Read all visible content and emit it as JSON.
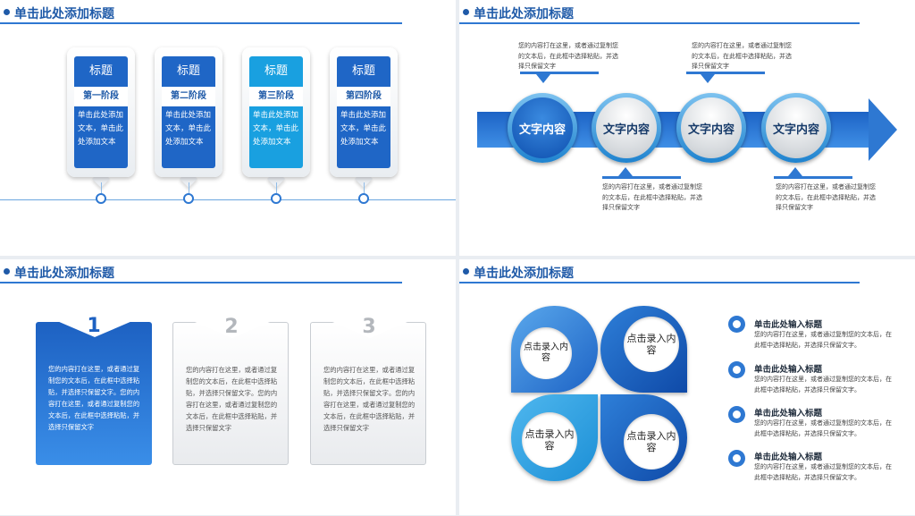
{
  "slides": [
    {
      "title": "单击此处添加标题",
      "stages": [
        {
          "head": "标题",
          "sub": "第一阶段",
          "body": "单击此处添加文本，单击此处添加文本",
          "color": "#1f66c6"
        },
        {
          "head": "标题",
          "sub": "第二阶段",
          "body": "单击此处添加文本，单击此处添加文本",
          "color": "#1f66c6"
        },
        {
          "head": "标题",
          "sub": "第三阶段",
          "body": "单击此处添加文本，单击此处添加文本",
          "color": "#19a0e0"
        },
        {
          "head": "标题",
          "sub": "第四阶段",
          "body": "单击此处添加文本，单击此处添加文本",
          "color": "#1f66c6"
        }
      ]
    },
    {
      "title": "单击此处添加标题",
      "circles": [
        "文字内容",
        "文字内容",
        "文字内容",
        "文字内容"
      ],
      "callouts": [
        "您的内容打在这里，或者通过复制您的文本后，在此框中选择粘贴，并选择只保留文字",
        "您的内容打在这里，或者通过复制您的文本后，在此框中选择粘贴，并选择只保留文字",
        "您的内容打在这里，或者通过复制您的文本后，在此框中选择粘贴，并选择只保留文字",
        "您的内容打在这里，或者通过复制您的文本后，在此框中选择粘贴，并选择只保留文字"
      ]
    },
    {
      "title": "单击此处添加标题",
      "cards": [
        {
          "num": "1",
          "text": "您的内容打在这里，或者通过复制您的文本后，在此框中选择粘贴，并选择只保留文字。您的内容打在这里，或者通过复制您的文本后，在此框中选择粘贴，并选择只保留文字"
        },
        {
          "num": "2",
          "text": "您的内容打在这里，或者通过复制您的文本后，在此框中选择粘贴，并选择只保留文字。您的内容打在这里，或者通过复制您的文本后，在此框中选择粘贴，并选择只保留文字"
        },
        {
          "num": "3",
          "text": "您的内容打在这里，或者通过复制您的文本后，在此框中选择粘贴，并选择只保留文字。您的内容打在这里，或者通过复制您的文本后，在此框中选择粘贴，并选择只保留文字"
        }
      ]
    },
    {
      "title": "单击此处添加标题",
      "petals": [
        "点击录入内容",
        "点击录入内容",
        "点击录入内容",
        "点击录入内容"
      ],
      "items": [
        {
          "title": "单击此处输入标题",
          "desc": "您的内容打在这里，或者通过复制您的文本后，在此框中选择粘贴，并选择只保留文字。"
        },
        {
          "title": "单击此处输入标题",
          "desc": "您的内容打在这里，或者通过复制您的文本后，在此框中选择粘贴，并选择只保留文字。"
        },
        {
          "title": "单击此处输入标题",
          "desc": "您的内容打在这里，或者通过复制您的文本后，在此框中选择粘贴，并选择只保留文字。"
        },
        {
          "title": "单击此处输入标题",
          "desc": "您的内容打在这里，或者通过复制您的文本后，在此框中选择粘贴，并选择只保留文字。"
        }
      ]
    }
  ]
}
